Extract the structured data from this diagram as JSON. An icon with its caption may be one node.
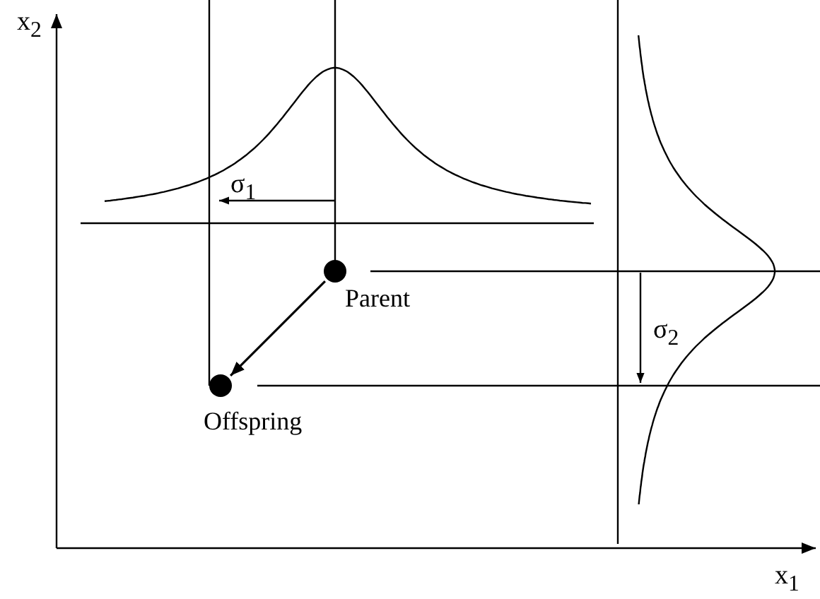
{
  "diagram": {
    "nodes": [
      {
        "text": [],
        "shape": "circle",
        "beside": [
          "Parent"
        ]
      },
      {
        "text": [],
        "shape": "circle",
        "beside": [
          "Offspring"
        ]
      }
    ],
    "edges": [
      {
        "from": 0,
        "to": 1,
        "arrow": "to"
      }
    ],
    "labels": [
      "x$_{2}$",
      "σ$_{1}$",
      "σ$_{2}$",
      "x$_{1}$"
    ]
  }
}
